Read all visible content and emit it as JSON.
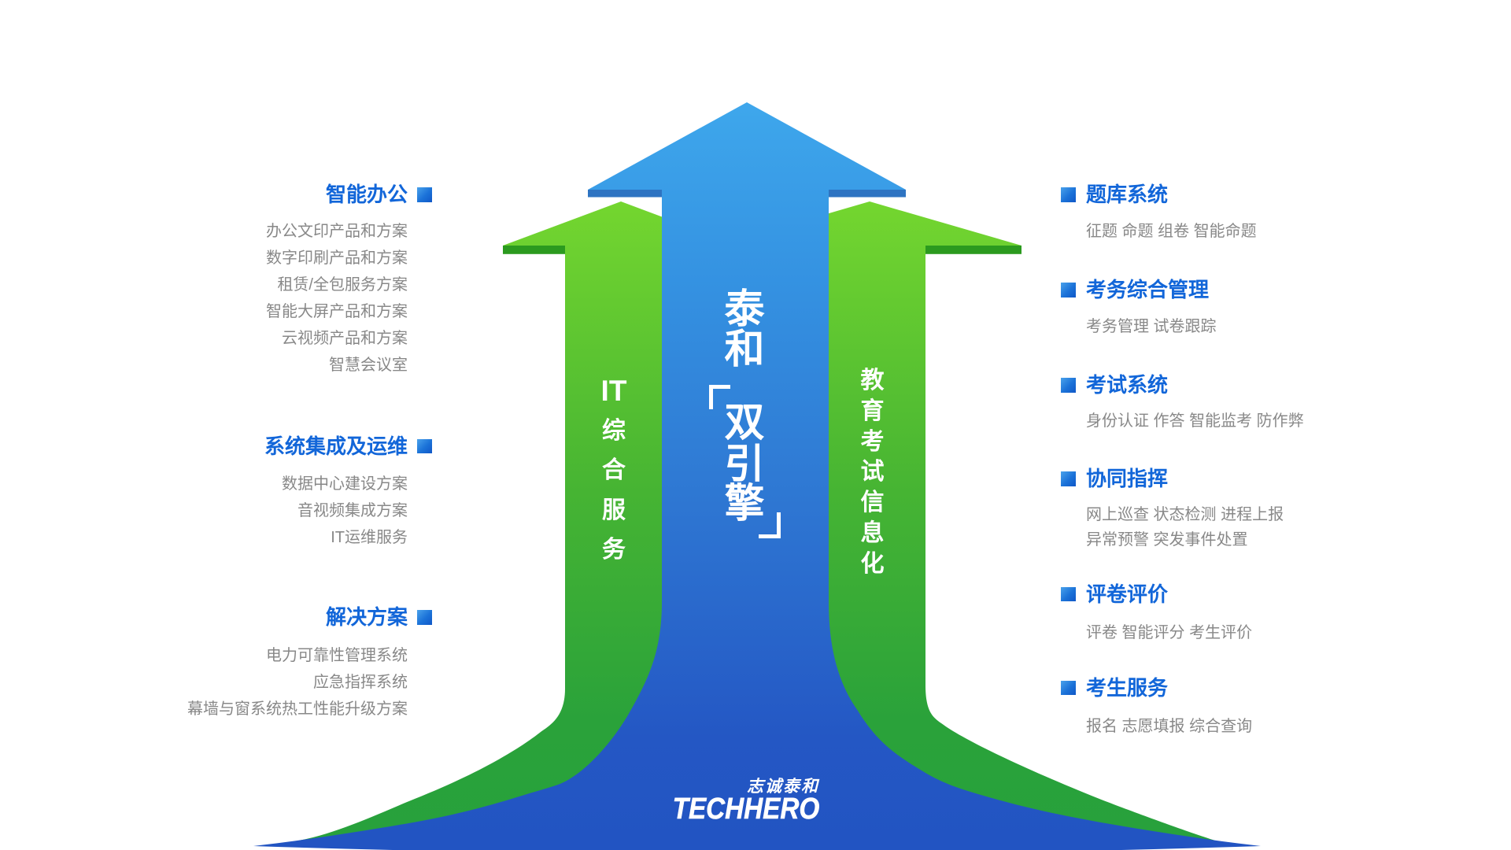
{
  "title": "泰和双引擎业务结构图",
  "colors": {
    "heading_blue": "#1266d9",
    "item_gray": "#888888",
    "green_top": "#74d62f",
    "green_bottom": "#27a13c",
    "blue_top": "#3ea7ec",
    "blue_bottom": "#2254c2",
    "dark_green": "#2b9a1f",
    "dark_blue": "#2e74c2"
  },
  "left_sections": [
    {
      "title": "智能办公",
      "items": [
        "办公文印产品和方案",
        "数字印刷产品和方案",
        "租赁/全包服务方案",
        "智能大屏产品和方案",
        "云视频产品和方案",
        "智慧会议室"
      ]
    },
    {
      "title": "系统集成及运维",
      "items": [
        "数据中心建设方案",
        "音视频集成方案",
        "IT运维服务"
      ]
    },
    {
      "title": "解决方案",
      "items": [
        "电力可靠性管理系统",
        "应急指挥系统",
        "幕墙与窗系统热工性能升级方案"
      ]
    }
  ],
  "right_sections": [
    {
      "title": "题库系统",
      "lines": [
        "征题 命题 组卷 智能命题"
      ]
    },
    {
      "title": "考务综合管理",
      "lines": [
        "考务管理 试卷跟踪"
      ]
    },
    {
      "title": "考试系统",
      "lines": [
        "身份认证 作答 智能监考 防作弊"
      ]
    },
    {
      "title": "协同指挥",
      "lines": [
        "网上巡查 状态检测 进程上报",
        "异常预警 突发事件处置"
      ]
    },
    {
      "title": "评卷评价",
      "lines": [
        "评卷 智能评分 考生评价"
      ]
    },
    {
      "title": "考生服务",
      "lines": [
        "报名 志愿填报 综合查询"
      ]
    }
  ],
  "arrows": {
    "left_label": "IT综合服务",
    "left_chars": [
      "IT",
      "综",
      "合",
      "服",
      "务"
    ],
    "center_label": "泰和「双引擎」",
    "center_chars": [
      "泰",
      "和",
      "双",
      "引",
      "擎"
    ],
    "bracket_open": "「",
    "bracket_close": "」",
    "right_label": "教育考试信息化",
    "right_chars": [
      "教",
      "育",
      "考",
      "试",
      "信",
      "息",
      "化"
    ]
  },
  "logo": {
    "cn": "志诚泰和",
    "en": "TECHHERO"
  }
}
